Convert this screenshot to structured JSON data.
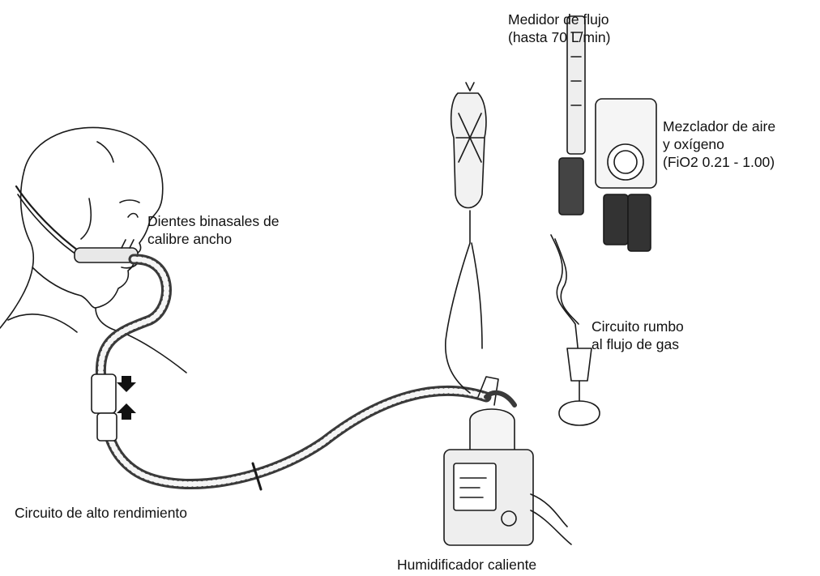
{
  "labels": {
    "flowmeter": [
      "Medidor de flujo",
      "(hasta 70 L/min)"
    ],
    "blender": [
      "Mezclador de aire",
      "y oxígeno",
      "(FiO2 0.21 - 1.00)"
    ],
    "cannula": [
      "Dientes binasales de",
      "calibre ancho"
    ],
    "gas_circuit": [
      "Circuito rumbo",
      "al flujo de gas"
    ],
    "high_flow_circuit": [
      "Circuito de alto rendimiento"
    ],
    "humidifier": [
      "Humidificador caliente"
    ]
  },
  "colors": {
    "line": "#1a1a1a",
    "tube": "#3a3a3a",
    "fill": "#f2f2f2"
  }
}
